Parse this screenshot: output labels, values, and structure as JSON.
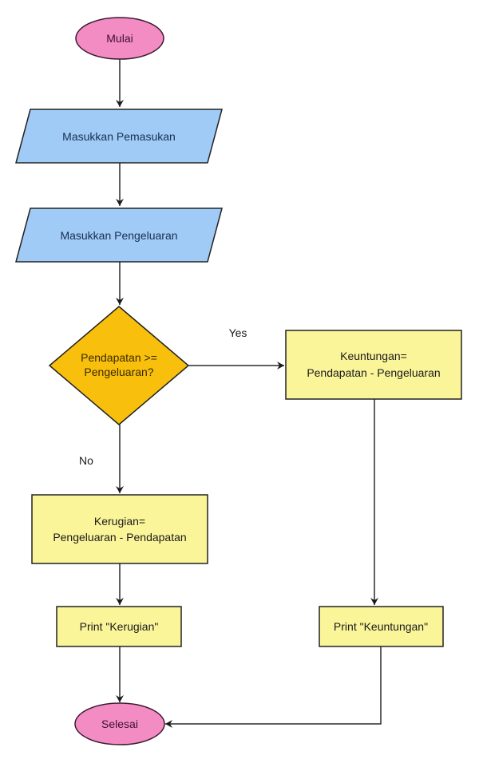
{
  "diagram": {
    "type": "flowchart",
    "colors": {
      "terminal_fill": "#f48cc4",
      "io_fill": "#9fcbf6",
      "decision_fill": "#f8bf0c",
      "process_fill": "#fbf59a",
      "stroke": "#222222"
    },
    "nodes": {
      "start": {
        "label": "Mulai",
        "shape": "ellipse"
      },
      "input_income": {
        "label": "Masukkan Pemasukan",
        "shape": "parallelogram"
      },
      "input_expense": {
        "label": "Masukkan Pengeluaran",
        "shape": "parallelogram"
      },
      "decision": {
        "line1": "Pendapatan >=",
        "line2": "Pengeluaran?",
        "shape": "diamond"
      },
      "profit_calc": {
        "line1": "Keuntungan=",
        "line2": "Pendapatan - Pengeluaran",
        "shape": "rectangle"
      },
      "loss_calc": {
        "line1": "Kerugian=",
        "line2": "Pengeluaran - Pendapatan",
        "shape": "rectangle"
      },
      "print_loss": {
        "label": "Print \"Kerugian\"",
        "shape": "rectangle"
      },
      "print_profit": {
        "label": "Print \"Keuntungan\"",
        "shape": "rectangle"
      },
      "end": {
        "label": "Selesai",
        "shape": "ellipse"
      }
    },
    "edges": {
      "yes_label": "Yes",
      "no_label": "No"
    }
  }
}
